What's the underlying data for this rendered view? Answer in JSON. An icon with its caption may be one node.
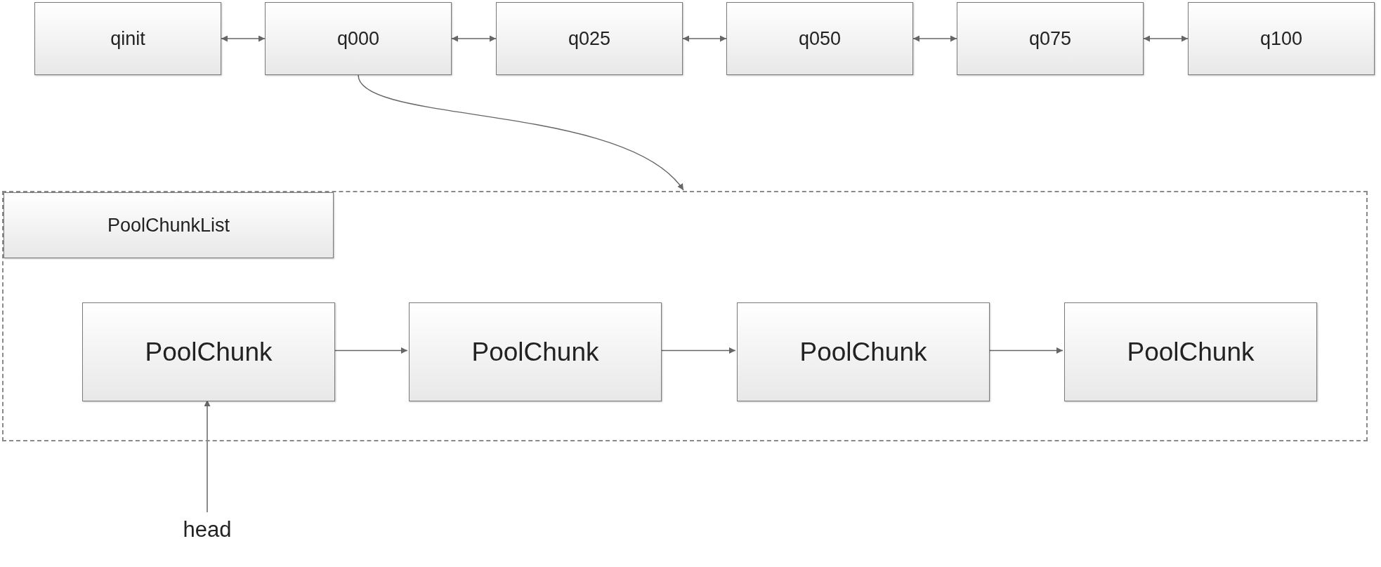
{
  "diagram": {
    "nodes": [
      {
        "text": [
          "qinit"
        ]
      },
      {
        "text": [
          "q000"
        ]
      },
      {
        "text": [
          "q025"
        ]
      },
      {
        "text": [
          "q050"
        ]
      },
      {
        "text": [
          "q075"
        ]
      },
      {
        "text": [
          "q100"
        ]
      },
      {
        "text": [],
        "shape": "box"
      },
      {
        "text": [
          "PoolChunkList"
        ],
        "in": 6
      },
      {
        "text": [
          "PoolChunk"
        ],
        "in": 6
      },
      {
        "text": [
          "PoolChunk"
        ],
        "in": 6
      },
      {
        "text": [
          "PoolChunk"
        ],
        "in": 6
      },
      {
        "text": [
          "PoolChunk"
        ],
        "in": 6
      },
      {
        "text": [
          "head"
        ]
      }
    ],
    "edges": [
      {
        "from": 0,
        "to": 1,
        "arrow": "both"
      },
      {
        "from": 1,
        "to": 2,
        "arrow": "both"
      },
      {
        "from": 2,
        "to": 3,
        "arrow": "both"
      },
      {
        "from": 3,
        "to": 4,
        "arrow": "both"
      },
      {
        "from": 4,
        "to": 5,
        "arrow": "both"
      },
      {
        "from": 1,
        "to": 6,
        "arrow": "to"
      },
      {
        "from": 8,
        "to": 9,
        "arrow": "to"
      },
      {
        "from": 9,
        "to": 10,
        "arrow": "to"
      },
      {
        "from": 10,
        "to": 11,
        "arrow": "to"
      },
      {
        "from": 12,
        "to": 8,
        "arrow": "to"
      }
    ]
  }
}
